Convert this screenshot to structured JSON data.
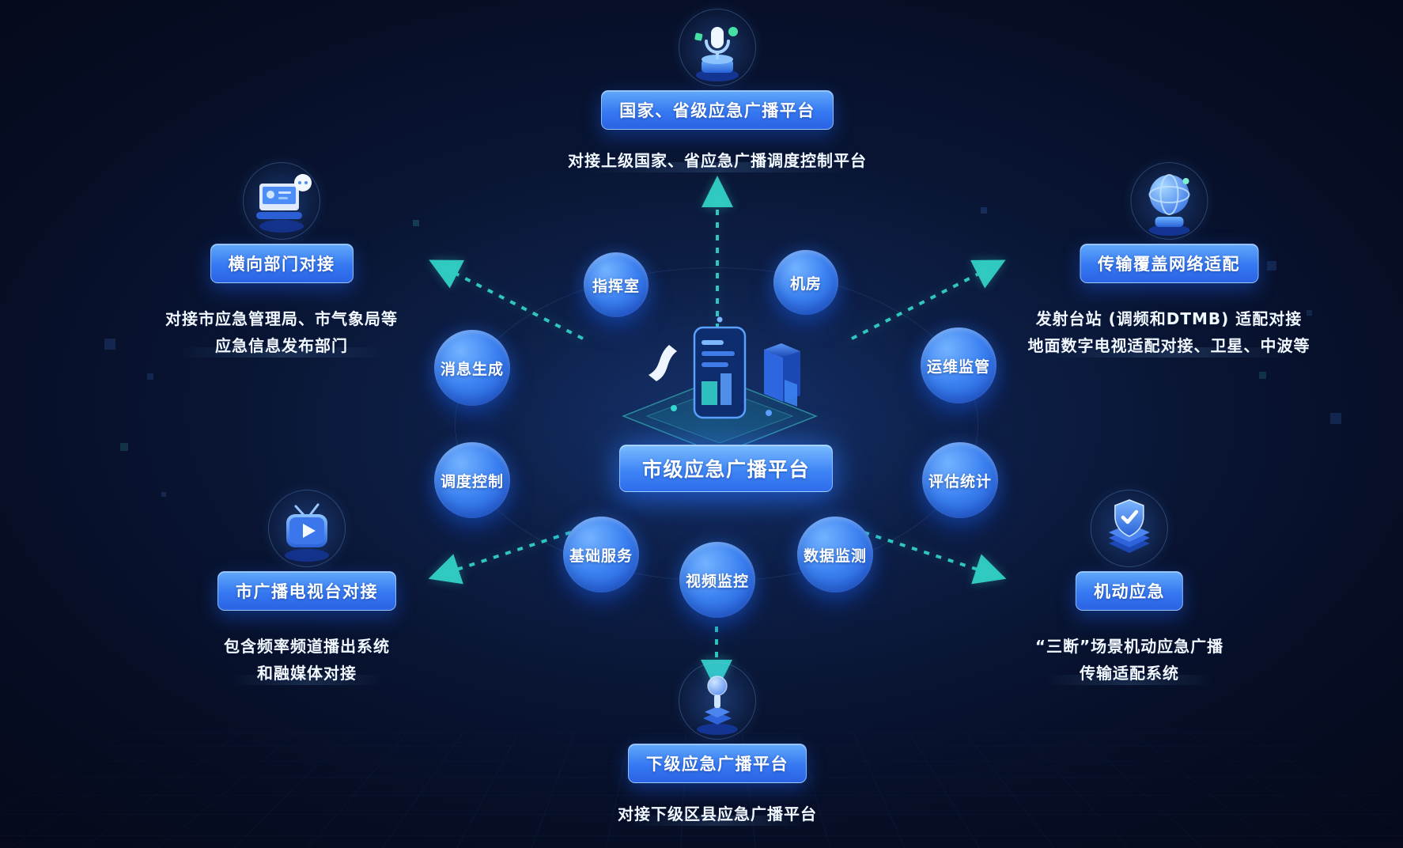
{
  "center": {
    "platform_label": "市级应急广播平台"
  },
  "modules": [
    {
      "label": "指挥室"
    },
    {
      "label": "机房"
    },
    {
      "label": "消息生成"
    },
    {
      "label": "运维监管"
    },
    {
      "label": "调度控制"
    },
    {
      "label": "评估统计"
    },
    {
      "label": "基础服务"
    },
    {
      "label": "视频监控"
    },
    {
      "label": "数据监测"
    }
  ],
  "external_nodes": {
    "top": {
      "label": "国家、省级应急广播平台",
      "desc_lines": [
        "对接上级国家、省应急广播调度控制平台"
      ],
      "icon": "broadcast-tower-icon"
    },
    "top_left": {
      "label": "横向部门对接",
      "desc_lines": [
        "对接市应急管理局、市气象局等",
        "应急信息发布部门"
      ],
      "icon": "monitor-chat-icon"
    },
    "top_right": {
      "label": "传输覆盖网络适配",
      "desc_lines": [
        "发射台站 (调频和DTMB) 适配对接",
        "地面数字电视适配对接、卫星、中波等"
      ],
      "icon": "globe-network-icon"
    },
    "bottom_left": {
      "label": "市广播电视台对接",
      "desc_lines": [
        "包含频率频道播出系统",
        "和融媒体对接"
      ],
      "icon": "tv-play-icon"
    },
    "bottom_right": {
      "label": "机动应急",
      "desc_lines": [
        "“三断”场景机动应急广播",
        "传输适配系统"
      ],
      "icon": "shield-check-icon"
    },
    "bottom": {
      "label": "下级应急广播平台",
      "desc_lines": [
        "对接下级区县应急广播平台"
      ],
      "icon": "broadcast-mic-icon"
    }
  },
  "colors": {
    "background": "#060D22",
    "accent_blue": "#3C82F2",
    "arrow_teal": "#35D9CC",
    "text": "#FFFFFF"
  }
}
